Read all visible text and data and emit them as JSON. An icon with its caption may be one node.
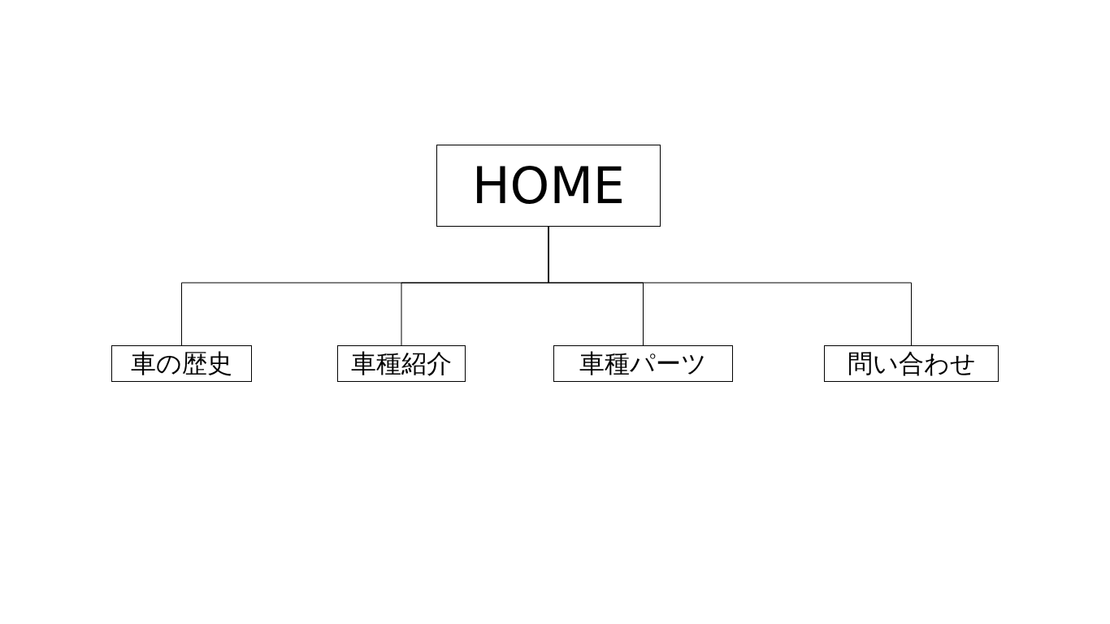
{
  "diagram": {
    "nodes": [
      {
        "text": [
          "HOME"
        ]
      },
      {
        "text": [
          "車の歴史"
        ]
      },
      {
        "text": [
          "車種紹介"
        ]
      },
      {
        "text": [
          "車種パーツ"
        ]
      },
      {
        "text": [
          "問い合わせ"
        ]
      }
    ],
    "edges": [
      {
        "from": 0,
        "to": 1,
        "arrow": "none"
      },
      {
        "from": 0,
        "to": 2,
        "arrow": "none"
      },
      {
        "from": 0,
        "to": 3,
        "arrow": "none"
      },
      {
        "from": 0,
        "to": 4,
        "arrow": "none"
      }
    ]
  }
}
